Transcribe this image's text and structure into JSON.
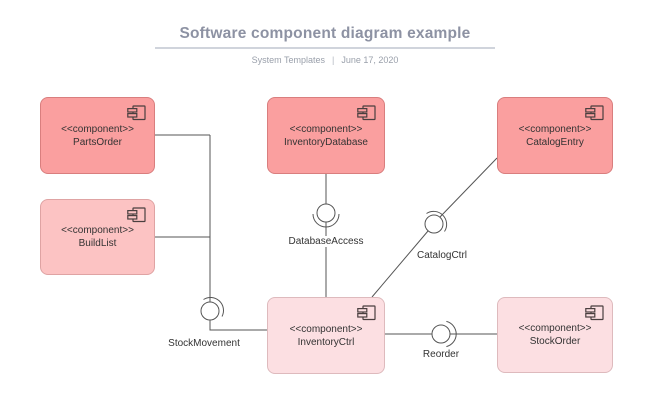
{
  "header": {
    "title": "Software component diagram example",
    "subtitle_left": "System Templates",
    "subtitle_separator": "|",
    "subtitle_right": "June 17, 2020"
  },
  "diagram": {
    "stereotype": "<<component>>",
    "components": [
      {
        "id": "parts-order",
        "name": "PartsOrder",
        "variant": "dark"
      },
      {
        "id": "inventory-database",
        "name": "InventoryDatabase",
        "variant": "dark"
      },
      {
        "id": "catalog-entry",
        "name": "CatalogEntry",
        "variant": "dark"
      },
      {
        "id": "build-list",
        "name": "BuildList",
        "variant": "medium"
      },
      {
        "id": "inventory-ctrl",
        "name": "InventoryCtrl",
        "variant": "light"
      },
      {
        "id": "stock-order",
        "name": "StockOrder",
        "variant": "light"
      }
    ],
    "interfaces": [
      {
        "name": "DatabaseAccess",
        "style": "ball-and-socket"
      },
      {
        "name": "CatalogCtrl",
        "style": "ball-and-socket"
      },
      {
        "name": "StockMovement",
        "style": "ball-and-socket"
      },
      {
        "name": "Reorder",
        "style": "ball-and-socket"
      }
    ],
    "colors": {
      "component_dark_fill": "#fa9f9f",
      "component_dark_stroke": "#d97e7e",
      "component_medium_fill": "#fcc3c3",
      "component_medium_stroke": "#dfa3a3",
      "component_light_fill": "#fcdfe2",
      "component_light_stroke": "#debabd",
      "connector": "#555555",
      "icon_stroke": "#4a3f3f",
      "component_text": "#333333",
      "title_text": "#8d92a3",
      "subtitle_text": "#9aa0ab",
      "title_rule": "#d0d4dc",
      "background": "#ffffff"
    }
  }
}
